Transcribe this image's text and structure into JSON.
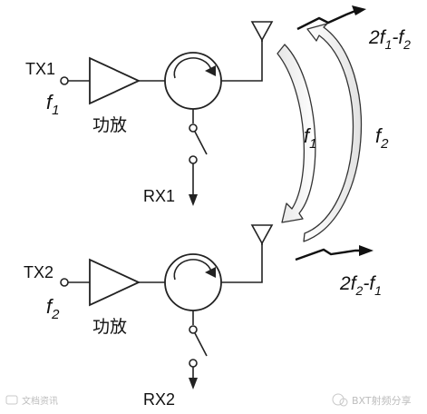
{
  "channel1": {
    "tx": "TX1",
    "freq_base": "f",
    "freq_sub": "1",
    "amp": "功放",
    "rx": "RX1"
  },
  "channel2": {
    "tx": "TX2",
    "freq_base": "f",
    "freq_sub": "2",
    "amp": "功放",
    "rx": "RX2"
  },
  "coupling": {
    "path1": {
      "base": "f",
      "sub": "1"
    },
    "path2": {
      "base": "f",
      "sub": "2"
    }
  },
  "im_top": {
    "p1": "2",
    "p2": "f",
    "p3": "1",
    "p4": "-f",
    "p5": "2"
  },
  "im_bottom": {
    "p1": "2",
    "p2": "f",
    "p3": "2",
    "p4": "-f",
    "p5": "1"
  },
  "watermarks": {
    "left": "文档资讯",
    "right": "BXT射频分享"
  }
}
